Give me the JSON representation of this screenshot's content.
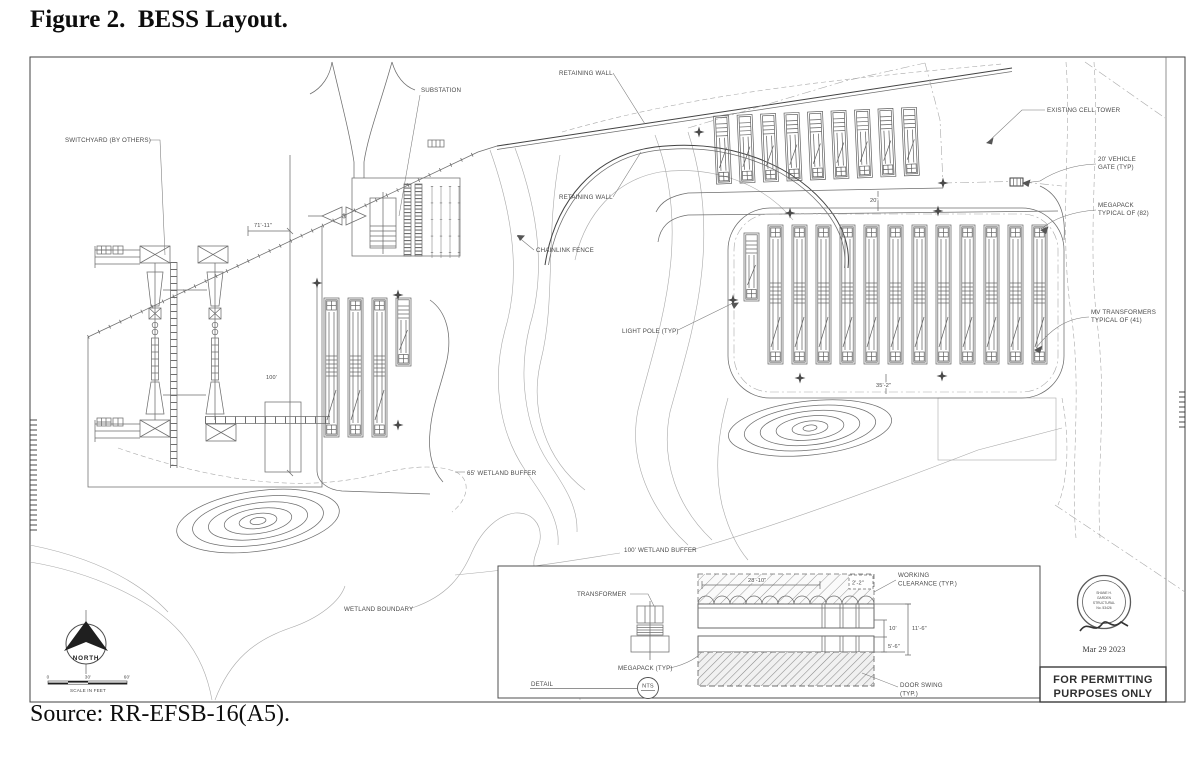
{
  "figure": {
    "title": "Figure 2.  BESS Layout.",
    "source": "Source: RR-EFSB-16(A5)."
  },
  "plan": {
    "callouts": {
      "switchyard": "SWITCHYARD (BY OTHERS)",
      "substation": "SUBSTATION",
      "retaining_wall_upper": "RETAINING WALL",
      "retaining_wall_lower": "RETAINING WALL",
      "chainlink_fence": "CHAINLINK FENCE",
      "light_pole": "LIGHT POLE (TYP)",
      "existing_cell_tower": "EXISTING CELL TOWER",
      "vehicle_gate_1": "20' VEHICLE",
      "vehicle_gate_2": "GATE (TYP)",
      "megapack_1": "MEGAPACK",
      "megapack_2": "TYPICAL OF (82)",
      "mv_transformers_1": "MV TRANSFORMERS",
      "mv_transformers_2": "TYPICAL OF (41)",
      "wetland_buffer_65": "65' WETLAND BUFFER",
      "wetland_buffer_100": "100' WETLAND BUFFER",
      "wetland_boundary": "WETLAND BOUNDARY"
    },
    "dimensions": {
      "d71": "71'-11\"",
      "d100": "100'",
      "d20": "20'",
      "d35": "35'-2\""
    },
    "north_label": "NORTH",
    "scale": {
      "zero": "0",
      "mid": "30'",
      "end": "60'",
      "caption": "SCALE IN FEET"
    },
    "detail": {
      "transformer": "TRANSFORMER",
      "megapack": "MEGAPACK (TYP)",
      "label": "DETAIL",
      "nts": "NTS",
      "working_clearance_1": "WORKING",
      "working_clearance_2": "CLEARANCE (TYP.)",
      "door_swing_1": "DOOR SWING",
      "door_swing_2": "(TYP.)",
      "d28": "28'-10\"",
      "d2": "2'-2\"",
      "d10": "10'",
      "d11": "11'-6\"",
      "d5": "5'-6\""
    },
    "stamp": {
      "seal_name": "SHANE H.",
      "seal_name2": "GARDEN",
      "seal_title": "STRUCTURAL",
      "seal_no": "No. 53426",
      "date": "Mar 29 2023",
      "permit_1": "FOR PERMITTING",
      "permit_2": "PURPOSES ONLY"
    }
  }
}
